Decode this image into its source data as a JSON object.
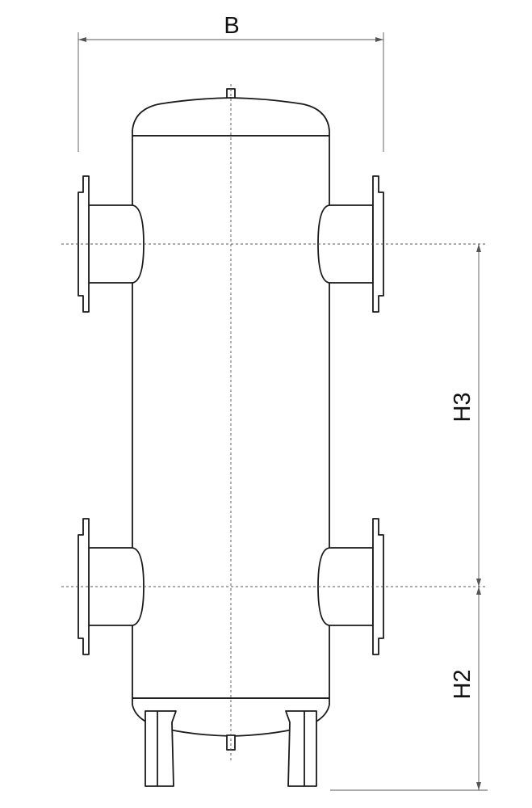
{
  "drawing": {
    "dimensions": {
      "width_label": "B",
      "h3_label": "H3",
      "h2_label": "H2"
    },
    "colors": {
      "outline": "#1a1a1a",
      "dimension": "#555555",
      "background": "#ffffff"
    }
  }
}
